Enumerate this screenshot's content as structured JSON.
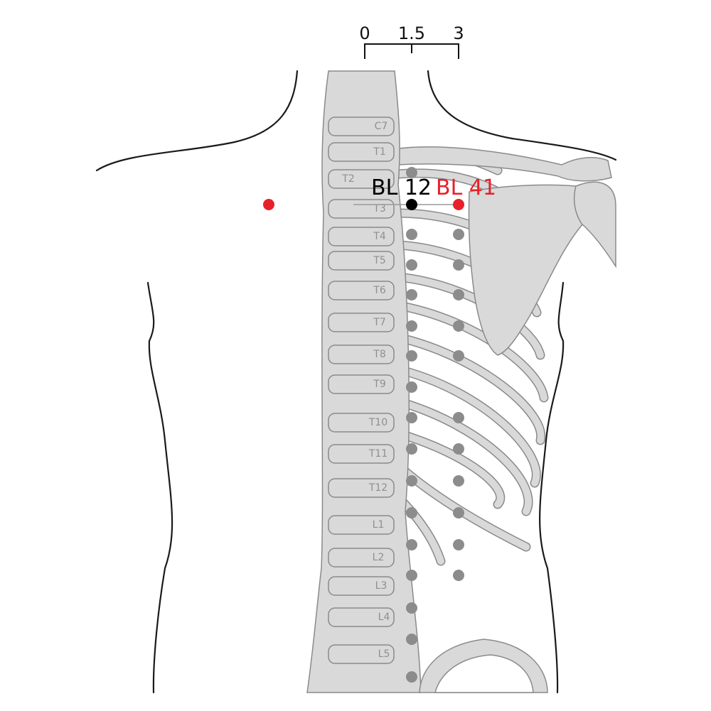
{
  "colors": {
    "outline": "#1a1a1a",
    "bone_fill": "#d9d9d9",
    "bone_stroke": "#8a8a8a",
    "vertebra_label": "#8f8f8f",
    "grey_point": "#8c8c8c",
    "black_point": "#000000",
    "red_point": "#e8202a"
  },
  "scale": {
    "ticks": [
      "0",
      "1.5",
      "3"
    ]
  },
  "vertebrae": [
    "C7",
    "T1",
    "T2",
    "T3",
    "T4",
    "T5",
    "T6",
    "T7",
    "T8",
    "T9",
    "T10",
    "T11",
    "T12",
    "L1",
    "L2",
    "L3",
    "L4",
    "L5"
  ],
  "points": {
    "bl12": {
      "label": "BL 12",
      "color": "black-point"
    },
    "bl41": {
      "label": "BL 41",
      "color": "red-point"
    }
  }
}
